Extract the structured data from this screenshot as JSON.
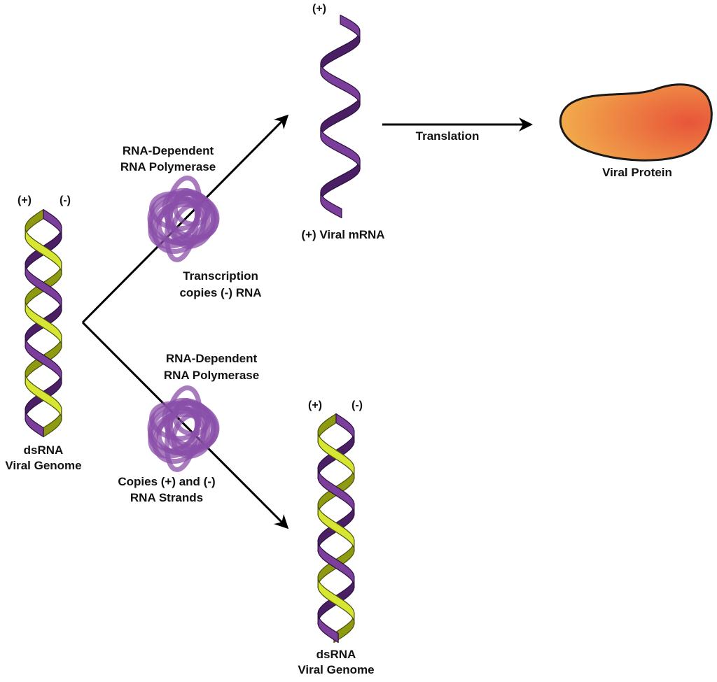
{
  "colors": {
    "purple": "#7b3f9b",
    "purple_dark": "#4a1f63",
    "yellow": "#d6e632",
    "yellow_dark": "#8d9a12",
    "enzyme": "#8a4fa8",
    "protein_light": "#f2b04c",
    "protein_dark": "#e8553a",
    "arrow": "#000000"
  },
  "labels": {
    "left_plus": "(+)",
    "left_minus": "(-)",
    "left_genome_line1": "dsRNA",
    "left_genome_line2": "Viral Genome",
    "top_enzyme_line1": "RNA-Dependent",
    "top_enzyme_line2": "RNA Polymerase",
    "top_process_line1": "Transcription",
    "top_process_line2": "copies (-) RNA",
    "mrna_plus": "(+)",
    "mrna_label": "(+) Viral mRNA",
    "translation": "Translation",
    "protein": "Viral Protein",
    "bottom_enzyme_line1": "RNA-Dependent",
    "bottom_enzyme_line2": "RNA Polymerase",
    "bottom_process_line1": "Copies (+) and (-)",
    "bottom_process_line2": "RNA Strands",
    "bottom_plus": "(+)",
    "bottom_minus": "(-)",
    "bottom_genome_line1": "dsRNA",
    "bottom_genome_line2": "Viral Genome"
  }
}
